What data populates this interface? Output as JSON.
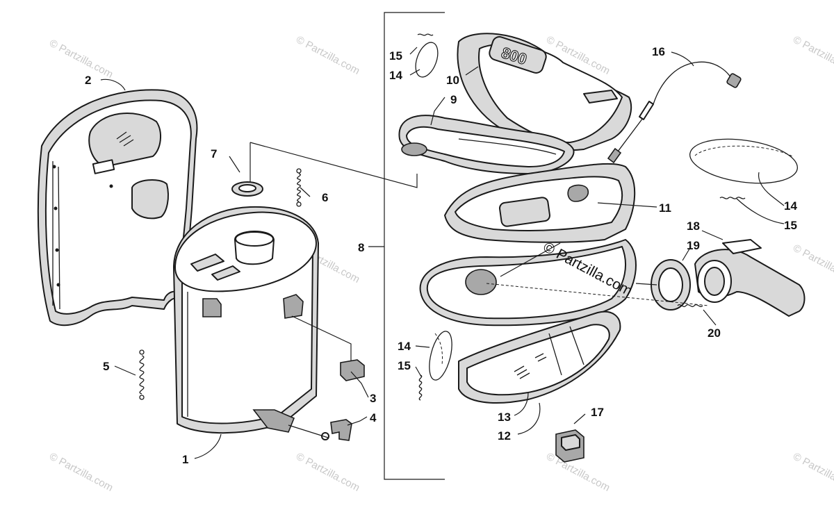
{
  "watermark": {
    "repeated_text": "© Partzilla.com",
    "center_text": "© Partzilla.com"
  },
  "stamp_text": "800",
  "callouts": [
    {
      "label": "1"
    },
    {
      "label": "2"
    },
    {
      "label": "3"
    },
    {
      "label": "4"
    },
    {
      "label": "5"
    },
    {
      "label": "6"
    },
    {
      "label": "7"
    },
    {
      "label": "8"
    },
    {
      "label": "9"
    },
    {
      "label": "10"
    },
    {
      "label": "11"
    },
    {
      "label": "12"
    },
    {
      "label": "13"
    },
    {
      "label": "14"
    },
    {
      "label": "15"
    },
    {
      "label": "16"
    },
    {
      "label": "17"
    },
    {
      "label": "18"
    },
    {
      "label": "19"
    },
    {
      "label": "20"
    },
    {
      "label": "14"
    },
    {
      "label": "15"
    },
    {
      "label": "14"
    },
    {
      "label": "15"
    }
  ]
}
